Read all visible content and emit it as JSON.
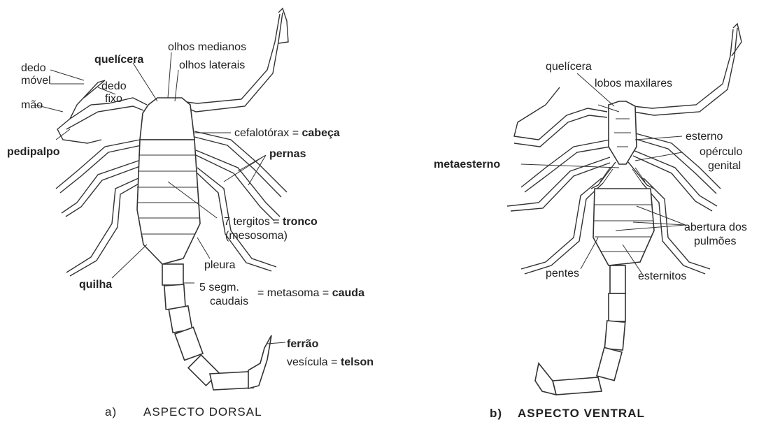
{
  "dorsal": {
    "caption_letter": "a)",
    "caption": "ASPECTO DORSAL",
    "labels": {
      "dedo_movel_1": "dedo",
      "dedo_movel_2": "móvel",
      "dedo_fixo_1": "dedo",
      "dedo_fixo_2": "fixo",
      "mao": "mão",
      "pedipalpo": "pedipalpo",
      "quelicera": "quelícera",
      "olhos_medianos": "olhos medianos",
      "olhos_laterais": "olhos laterais",
      "cefalotorax": "cefalotórax = ",
      "cabeca": "cabeça",
      "pernas": "pernas",
      "tergitos": "7 tergitos = ",
      "tronco": "tronco",
      "mesosoma": "(mesosoma)",
      "pleura": "pleura",
      "quilha": "quilha",
      "segm_1": "5  segm.",
      "segm_2": "caudais",
      "metasoma": "= metasoma = ",
      "cauda": "cauda",
      "ferrao": "ferrão",
      "vesicula": "vesícula = ",
      "telson": "telson"
    }
  },
  "ventral": {
    "caption_letter": "b)",
    "caption": "ASPECTO VENTRAL",
    "labels": {
      "quelicera": "quelícera",
      "lobos_maxilares": "lobos maxilares",
      "esterno": "esterno",
      "operculo_1": "opérculo",
      "operculo_2": "genital",
      "metaesterno": "metaesterno",
      "abertura_1": "abertura dos",
      "abertura_2": "pulmões",
      "pentes": "pentes",
      "esternitos": "esternitos"
    }
  }
}
